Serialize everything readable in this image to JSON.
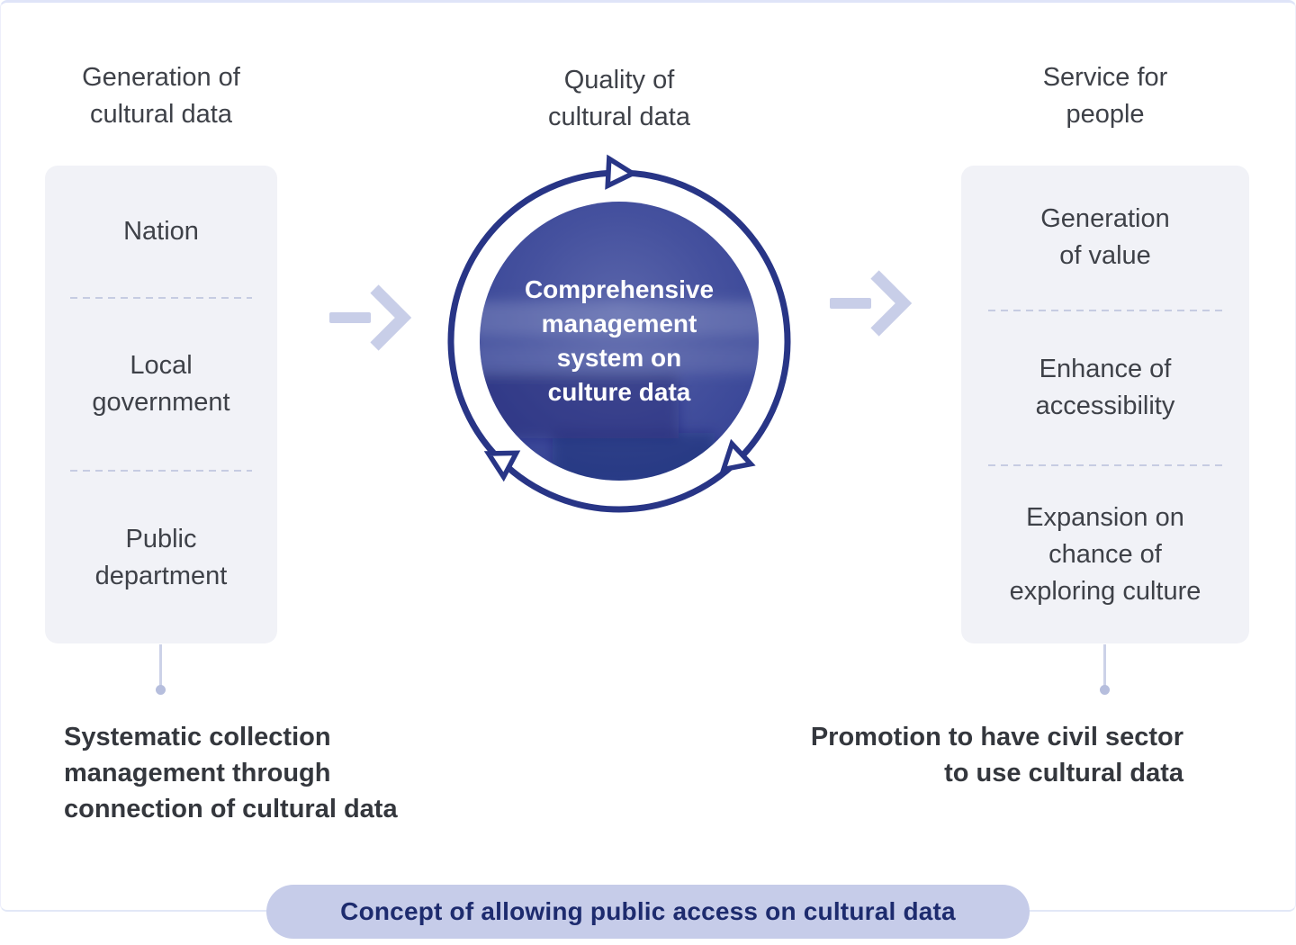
{
  "columns": {
    "left": {
      "heading": "Generation of\ncultural data",
      "panel_items": [
        "Nation",
        "Local\ngovernment",
        "Public\ndepartment"
      ],
      "caption": "Systematic collection\nmanagement through\nconnection of cultural data"
    },
    "center": {
      "heading": "Quality of\ncultural data",
      "circle_label": "Comprehensive\nmanagement\nsystem on\nculture data"
    },
    "right": {
      "heading": "Service for\npeople",
      "panel_items": [
        "Generation\nof value",
        "Enhance of\naccessibility",
        "Expansion on\nchance of\nexploring culture"
      ],
      "caption": "Promotion to have civil sector\nto use cultural data"
    }
  },
  "footer": {
    "pill_label": "Concept of allowing public access on cultural data"
  },
  "icons": {
    "flow_arrow": "chevron-right-arrow-icon",
    "cycle_arrowhead": "clockwise-triangle-icon",
    "connector": "line-with-dot"
  },
  "colors": {
    "navy": "#283586",
    "light-arrow": "#c8cee8",
    "panel-bg": "#f1f2f7",
    "dash": "#c6cce2",
    "text": "#3e4148",
    "caption-text": "#34373d",
    "pill-bg": "#c6cce9",
    "pill-text": "#1d2b6e",
    "connector": "#ccd2e8",
    "dot": "#b6bedd",
    "frame-top": "#dfe4f8",
    "frame-side": "#edeffb",
    "frame-bottom": "#e2e8f7"
  }
}
